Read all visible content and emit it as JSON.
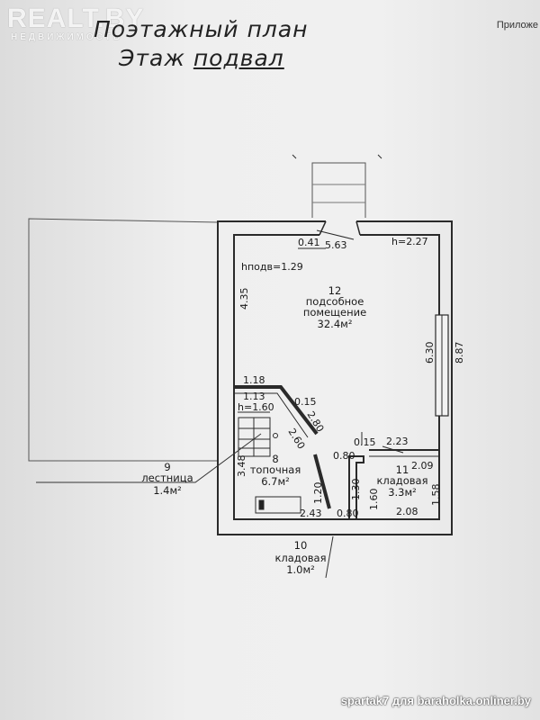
{
  "watermark": {
    "brand": "REALT.BY",
    "sub": "НЕДВИЖИМОСТЬ"
  },
  "appendix": "Приложе",
  "title": {
    "line1": "Поэтажный план",
    "floor_label": "Этаж",
    "floor_value": "подвал"
  },
  "dimensions": {
    "d_041": "0.41",
    "d_563": "5.63",
    "h_227": "h=2.27",
    "h_basement": "hподв=1.29",
    "d_435": "4.35",
    "d_630": "6.30",
    "d_887": "8.87",
    "d_118": "1.18",
    "d_113": "1.13",
    "h_160": "h=1.60",
    "d_015a": "0.15",
    "d_260": "2.60",
    "d_280": "2.80",
    "d_015b": "0.15",
    "d_223": "2.23",
    "d_080a": "0.80",
    "d_209": "2.09",
    "d_348": "3.48",
    "d_120": "1.20",
    "d_130": "1.30",
    "d_160": "1.60",
    "d_158": "1.58",
    "d_243": "2.43",
    "d_080b": "0.80",
    "d_208": "2.08"
  },
  "rooms": {
    "r12": {
      "num": "12",
      "name1": "подсобное",
      "name2": "помещение",
      "area": "32.4м²"
    },
    "r8": {
      "num": "8",
      "name": "топочная",
      "area": "6.7м²"
    },
    "r11": {
      "num": "11",
      "name": "кладовая",
      "area": "3.3м²"
    },
    "r9": {
      "num": "9",
      "name": "лестница",
      "area": "1.4м²"
    },
    "r10": {
      "num": "10",
      "name": "кладовая",
      "area": "1.0м²"
    }
  },
  "footer": "spartak7 для baraholka.onliner.by"
}
